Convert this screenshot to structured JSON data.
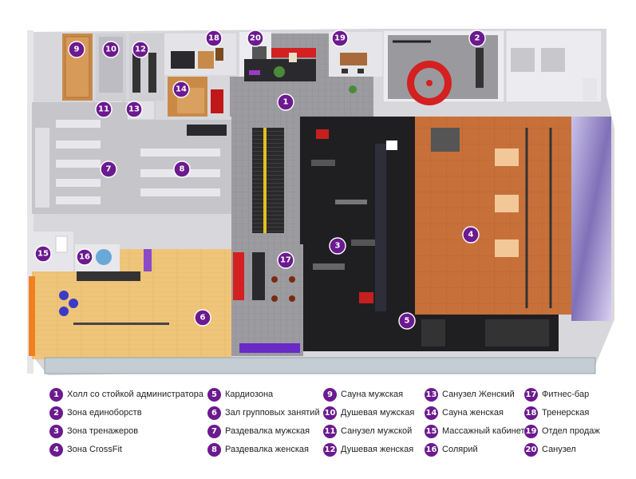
{
  "legend": [
    {
      "num": "1",
      "label": "Холл со стойкой администратора"
    },
    {
      "num": "2",
      "label": "Зона единоборств"
    },
    {
      "num": "3",
      "label": "Зона тренажеров"
    },
    {
      "num": "4",
      "label": "Зона CrossFit"
    },
    {
      "num": "5",
      "label": "Кардиозона"
    },
    {
      "num": "6",
      "label": "Зал групповых занятий"
    },
    {
      "num": "7",
      "label": "Раздевалка мужская"
    },
    {
      "num": "8",
      "label": "Раздевалка женская"
    },
    {
      "num": "9",
      "label": "Сауна мужская"
    },
    {
      "num": "10",
      "label": "Душевая мужская"
    },
    {
      "num": "11",
      "label": "Санузел мужской"
    },
    {
      "num": "12",
      "label": "Душевая женская"
    },
    {
      "num": "13",
      "label": "Санузел Женский"
    },
    {
      "num": "14",
      "label": "Сауна женская"
    },
    {
      "num": "15",
      "label": "Массажный кабинет"
    },
    {
      "num": "16",
      "label": "Солярий"
    },
    {
      "num": "17",
      "label": "Фитнес-бар"
    },
    {
      "num": "18",
      "label": "Тренерская"
    },
    {
      "num": "19",
      "label": "Отдел продаж"
    },
    {
      "num": "20",
      "label": "Санузел"
    }
  ],
  "colors": {
    "marker": "#6b1a8f",
    "crossfit_floor": "#c8703a",
    "group_floor": "#f0c878",
    "gym_floor": "#1f1f22",
    "hall_floor": "#9a9a9e",
    "accent_red": "#d42020"
  }
}
